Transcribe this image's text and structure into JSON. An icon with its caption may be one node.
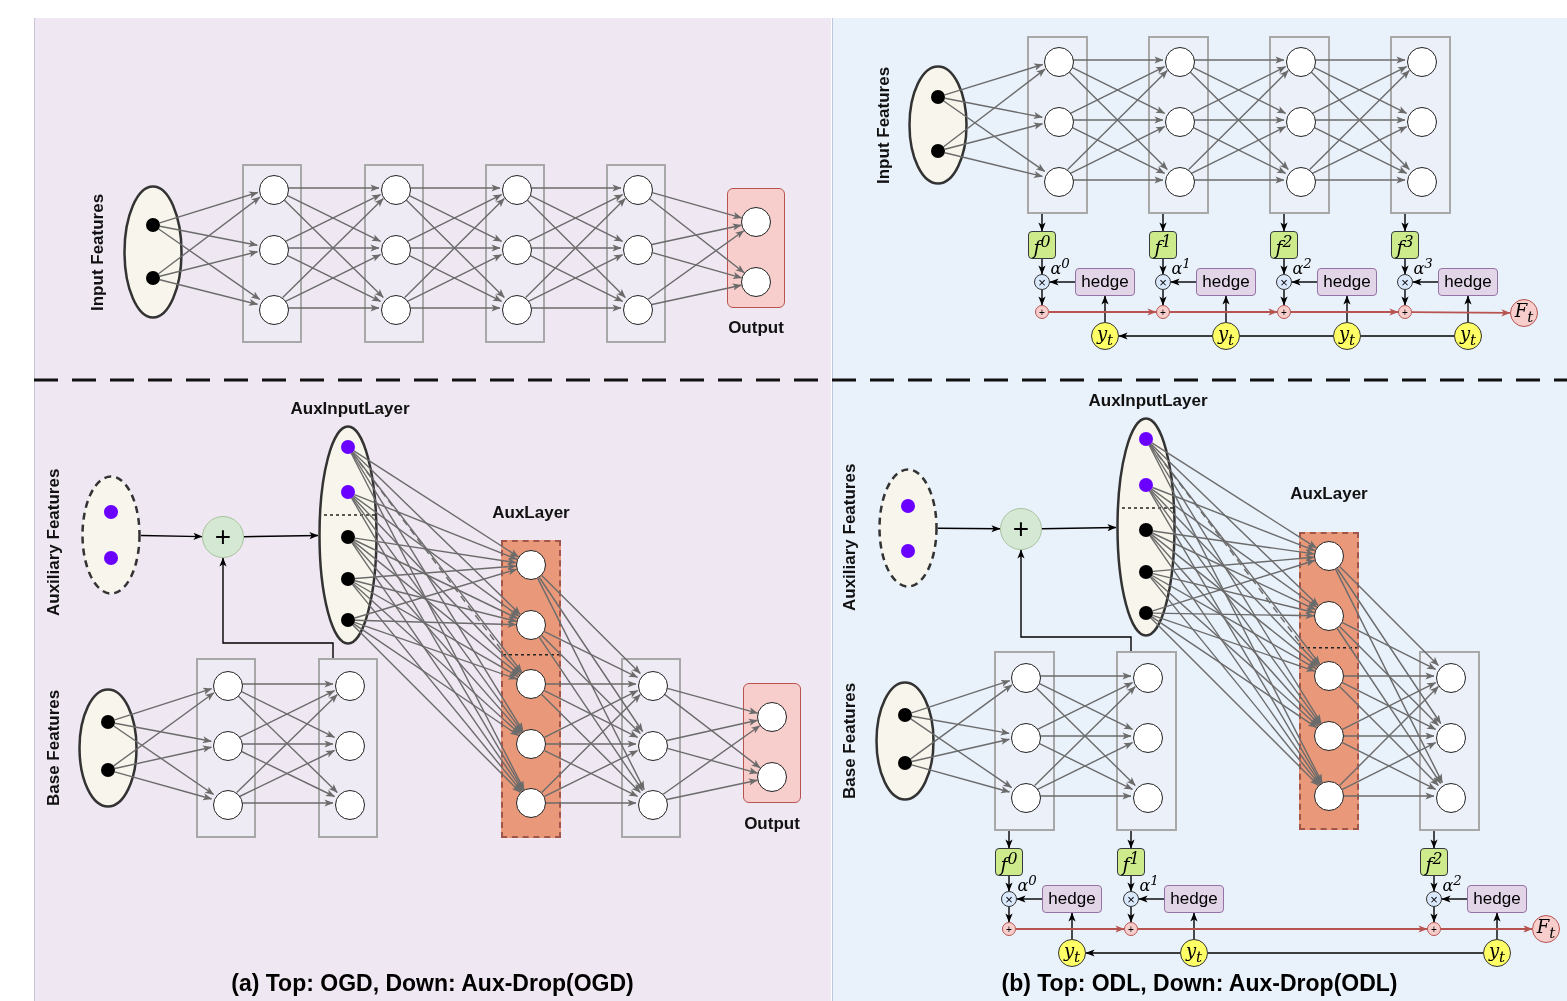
{
  "diagram": {
    "nodes": [
      {
        "text": [
          "Input Features"
        ]
      },
      {
        "text": [],
        "shape": "circle",
        "in": 0
      },
      {
        "text": [],
        "shape": "circle",
        "in": 0
      },
      {
        "text": [],
        "shape": "box"
      },
      {
        "text": [],
        "shape": "circle",
        "in": 3
      },
      {
        "text": [],
        "shape": "circle",
        "in": 3
      },
      {
        "text": [],
        "shape": "circle",
        "in": 3
      },
      {
        "text": [],
        "shape": "box"
      },
      {
        "text": [],
        "shape": "circle",
        "in": 7
      },
      {
        "text": [],
        "shape": "circle",
        "in": 7
      },
      {
        "text": [],
        "shape": "circle",
        "in": 7
      },
      {
        "text": [],
        "shape": "box"
      },
      {
        "text": [],
        "shape": "circle",
        "in": 11
      },
      {
        "text": [],
        "shape": "circle",
        "in": 11
      },
      {
        "text": [],
        "shape": "circle",
        "in": 11
      },
      {
        "text": [],
        "shape": "box"
      },
      {
        "text": [],
        "shape": "circle",
        "in": 15
      },
      {
        "text": [],
        "shape": "circle",
        "in": 15
      },
      {
        "text": [],
        "shape": "circle",
        "in": 15
      },
      {
        "text": [
          "Output"
        ]
      },
      {
        "text": [],
        "shape": "circle",
        "in": 19
      },
      {
        "text": [],
        "shape": "circle",
        "in": 19
      },
      {
        "text": [
          "Input Features"
        ]
      },
      {
        "text": [],
        "shape": "circle",
        "in": 22
      },
      {
        "text": [],
        "shape": "circle",
        "in": 22
      },
      {
        "text": [],
        "shape": "box"
      },
      {
        "text": [],
        "shape": "circle",
        "in": 25
      },
      {
        "text": [],
        "shape": "circle",
        "in": 25
      },
      {
        "text": [],
        "shape": "circle",
        "in": 25
      },
      {
        "text": [],
        "shape": "box"
      },
      {
        "text": [],
        "shape": "circle",
        "in": 29
      },
      {
        "text": [],
        "shape": "circle",
        "in": 29
      },
      {
        "text": [],
        "shape": "circle",
        "in": 29
      },
      {
        "text": [],
        "shape": "box"
      },
      {
        "text": [],
        "shape": "circle",
        "in": 33
      },
      {
        "text": [],
        "shape": "circle",
        "in": 33
      },
      {
        "text": [],
        "shape": "circle",
        "in": 33
      },
      {
        "text": [],
        "shape": "box"
      },
      {
        "text": [],
        "shape": "circle",
        "in": 37
      },
      {
        "text": [],
        "shape": "circle",
        "in": 37
      },
      {
        "text": [],
        "shape": "circle",
        "in": 37
      },
      {
        "text": [
          "f$^{0}$"
        ]
      },
      {
        "text": [
          "×"
        ]
      },
      {
        "text": [
          "hedge"
        ]
      },
      {
        "text": [
          "+"
        ]
      },
      {
        "text": [
          "y$_{t}$"
        ]
      },
      {
        "text": [
          "f$^{1}$"
        ]
      },
      {
        "text": [
          "×"
        ]
      },
      {
        "text": [
          "hedge"
        ]
      },
      {
        "text": [
          "+"
        ]
      },
      {
        "text": [
          "y$_{t}$"
        ]
      },
      {
        "text": [
          "f$^{2}$"
        ]
      },
      {
        "text": [
          "×"
        ]
      },
      {
        "text": [
          "hedge"
        ]
      },
      {
        "text": [
          "+"
        ]
      },
      {
        "text": [
          "y$_{t}$"
        ]
      },
      {
        "text": [
          "f$^{3}$"
        ]
      },
      {
        "text": [
          "×"
        ]
      },
      {
        "text": [
          "hedge"
        ]
      },
      {
        "text": [
          "+"
        ]
      },
      {
        "text": [
          "y$_{t}$"
        ]
      },
      {
        "text": [
          "F$_{t}$"
        ]
      },
      {
        "text": [
          "Auxiliary Features"
        ]
      },
      {
        "text": [],
        "shape": "circle",
        "in": 62
      },
      {
        "text": [],
        "shape": "circle",
        "in": 62
      },
      {
        "text": [
          "+"
        ]
      },
      {
        "text": [
          "AuxInputLayer"
        ]
      },
      {
        "text": [],
        "shape": "circle",
        "in": 66
      },
      {
        "text": [],
        "shape": "circle",
        "in": 66
      },
      {
        "text": [],
        "shape": "circle",
        "in": 66
      },
      {
        "text": [],
        "shape": "circle",
        "in": 66
      },
      {
        "text": [],
        "shape": "circle",
        "in": 66
      },
      {
        "text": [
          "Base Features"
        ]
      },
      {
        "text": [],
        "shape": "circle",
        "in": 72
      },
      {
        "text": [],
        "shape": "circle",
        "in": 72
      },
      {
        "text": [],
        "shape": "box"
      },
      {
        "text": [],
        "shape": "circle",
        "in": 75
      },
      {
        "text": [],
        "shape": "circle",
        "in": 75
      },
      {
        "text": [],
        "shape": "circle",
        "in": 75
      },
      {
        "text": [],
        "shape": "box"
      },
      {
        "text": [],
        "shape": "circle",
        "in": 79
      },
      {
        "text": [],
        "shape": "circle",
        "in": 79
      },
      {
        "text": [],
        "shape": "circle",
        "in": 79
      },
      {
        "text": [
          "AuxLayer"
        ]
      },
      {
        "text": [],
        "shape": "circle",
        "in": 83
      },
      {
        "text": [],
        "shape": "circle",
        "in": 83
      },
      {
        "text": [],
        "shape": "circle",
        "in": 83
      },
      {
        "text": [],
        "shape": "circle",
        "in": 83
      },
      {
        "text": [],
        "shape": "circle",
        "in": 83
      },
      {
        "text": [],
        "shape": "box"
      },
      {
        "text": [],
        "shape": "circle",
        "in": 89
      },
      {
        "text": [],
        "shape": "circle",
        "in": 89
      },
      {
        "text": [],
        "shape": "circle",
        "in": 89
      },
      {
        "text": [
          "Output"
        ]
      },
      {
        "text": [],
        "shape": "circle",
        "in": 93
      },
      {
        "text": [],
        "shape": "circle",
        "in": 93
      },
      {
        "text": [
          "Auxiliary Features"
        ]
      },
      {
        "text": [],
        "shape": "circle",
        "in": 96
      },
      {
        "text": [],
        "shape": "circle",
        "in": 96
      },
      {
        "text": [
          "+"
        ]
      },
      {
        "text": [
          "AuxInputLayer"
        ]
      },
      {
        "text": [],
        "shape": "circle",
        "in": 100
      },
      {
        "text": [],
        "shape": "circle",
        "in": 100
      },
      {
        "text": [],
        "shape": "circle",
        "in": 100
      },
      {
        "text": [],
        "shape": "circle",
        "in": 100
      },
      {
        "text": [],
        "shape": "circle",
        "in": 100
      },
      {
        "text": [
          "Base Features"
        ]
      },
      {
        "text": [],
        "shape": "circle",
        "in": 106
      },
      {
        "text": [],
        "shape": "circle",
        "in": 106
      },
      {
        "text": [],
        "shape": "box"
      },
      {
        "text": [],
        "shape": "circle",
        "in": 109
      },
      {
        "text": [],
        "shape": "circle",
        "in": 109
      },
      {
        "text": [],
        "shape": "circle",
        "in": 109
      },
      {
        "text": [],
        "shape": "box"
      },
      {
        "text": [],
        "shape": "circle",
        "in": 113
      },
      {
        "text": [],
        "shape": "circle",
        "in": 113
      },
      {
        "text": [],
        "shape": "circle",
        "in": 113
      },
      {
        "text": [
          "AuxLayer"
        ]
      },
      {
        "text": [],
        "shape": "circle",
        "in": 117
      },
      {
        "text": [],
        "shape": "circle",
        "in": 117
      },
      {
        "text": [],
        "shape": "circle",
        "in": 117
      },
      {
        "text": [],
        "shape": "circle",
        "in": 117
      },
      {
        "text": [],
        "shape": "circle",
        "in": 117
      },
      {
        "text": [],
        "shape": "box"
      },
      {
        "text": [],
        "shape": "circle",
        "in": 123
      },
      {
        "text": [],
        "shape": "circle",
        "in": 123
      },
      {
        "text": [],
        "shape": "circle",
        "in": 123
      },
      {
        "text": [
          "f$^{0}$"
        ]
      },
      {
        "text": [
          "×"
        ]
      },
      {
        "text": [
          "hedge"
        ]
      },
      {
        "text": [
          "+"
        ]
      },
      {
        "text": [
          "y$_{t}$"
        ]
      },
      {
        "text": [
          "f$^{1}$"
        ]
      },
      {
        "text": [
          "×"
        ]
      },
      {
        "text": [
          "hedge"
        ]
      },
      {
        "text": [
          "+"
        ]
      },
      {
        "text": [
          "y$_{t}$"
        ]
      },
      {
        "text": [
          "f$^{2}$"
        ]
      },
      {
        "text": [
          "×"
        ]
      },
      {
        "text": [
          "hedge"
        ]
      },
      {
        "text": [
          "+"
        ]
      },
      {
        "text": [
          "y$_{t}$"
        ]
      },
      {
        "text": [
          "F$_{t}$"
        ]
      }
    ],
    "edges": [
      {
        "from": 1,
        "to": 4,
        "arrow": "to"
      },
      {
        "from": 1,
        "to": 5,
        "arrow": "to"
      },
      {
        "from": 1,
        "to": 6,
        "arrow": "to"
      },
      {
        "from": 2,
        "to": 4,
        "arrow": "to"
      },
      {
        "from": 2,
        "to": 5,
        "arrow": "to"
      },
      {
        "from": 2,
        "to": 6,
        "arrow": "to"
      },
      {
        "from": 4,
        "to": 8,
        "arrow": "to"
      },
      {
        "from": 4,
        "to": 9,
        "arrow": "to"
      },
      {
        "from": 4,
        "to": 10,
        "arrow": "to"
      },
      {
        "from": 5,
        "to": 8,
        "arrow": "to"
      },
      {
        "from": 5,
        "to": 9,
        "arrow": "to"
      },
      {
        "from": 5,
        "to": 10,
        "arrow": "to"
      },
      {
        "from": 6,
        "to": 8,
        "arrow": "to"
      },
      {
        "from": 6,
        "to": 9,
        "arrow": "to"
      },
      {
        "from": 6,
        "to": 10,
        "arrow": "to"
      },
      {
        "from": 8,
        "to": 12,
        "arrow": "to"
      },
      {
        "from": 8,
        "to": 13,
        "arrow": "to"
      },
      {
        "from": 8,
        "to": 14,
        "arrow": "to"
      },
      {
        "from": 9,
        "to": 12,
        "arrow": "to"
      },
      {
        "from": 9,
        "to": 13,
        "arrow": "to"
      },
      {
        "from": 9,
        "to": 14,
        "arrow": "to"
      },
      {
        "from": 10,
        "to": 12,
        "arrow": "to"
      },
      {
        "from": 10,
        "to": 13,
        "arrow": "to"
      },
      {
        "from": 10,
        "to": 14,
        "arrow": "to"
      },
      {
        "from": 12,
        "to": 16,
        "arrow": "to"
      },
      {
        "from": 12,
        "to": 17,
        "arrow": "to"
      },
      {
        "from": 12,
        "to": 18,
        "arrow": "to"
      },
      {
        "from": 13,
        "to": 16,
        "arrow": "to"
      },
      {
        "from": 13,
        "to": 17,
        "arrow": "to"
      },
      {
        "from": 13,
        "to": 18,
        "arrow": "to"
      },
      {
        "from": 14,
        "to": 16,
        "arrow": "to"
      },
      {
        "from": 14,
        "to": 17,
        "arrow": "to"
      },
      {
        "from": 14,
        "to": 18,
        "arrow": "to"
      },
      {
        "from": 16,
        "to": 20,
        "arrow": "to"
      },
      {
        "from": 16,
        "to": 21,
        "arrow": "to"
      },
      {
        "from": 17,
        "to": 20,
        "arrow": "to"
      },
      {
        "from": 17,
        "to": 21,
        "arrow": "to"
      },
      {
        "from": 18,
        "to": 20,
        "arrow": "to"
      },
      {
        "from": 18,
        "to": 21,
        "arrow": "to"
      },
      {
        "from": 23,
        "to": 26,
        "arrow": "to"
      },
      {
        "from": 23,
        "to": 27,
        "arrow": "to"
      },
      {
        "from": 23,
        "to": 28,
        "arrow": "to"
      },
      {
        "from": 24,
        "to": 26,
        "arrow": "to"
      },
      {
        "from": 24,
        "to": 27,
        "arrow": "to"
      },
      {
        "from": 24,
        "to": 28,
        "arrow": "to"
      },
      {
        "from": 26,
        "to": 30,
        "arrow": "to"
      },
      {
        "from": 26,
        "to": 31,
        "arrow": "to"
      },
      {
        "from": 26,
        "to": 32,
        "arrow": "to"
      },
      {
        "from": 27,
        "to": 30,
        "arrow": "to"
      },
      {
        "from": 27,
        "to": 31,
        "arrow": "to"
      },
      {
        "from": 27,
        "to": 32,
        "arrow": "to"
      },
      {
        "from": 28,
        "to": 30,
        "arrow": "to"
      },
      {
        "from": 28,
        "to": 31,
        "arrow": "to"
      },
      {
        "from": 28,
        "to": 32,
        "arrow": "to"
      },
      {
        "from": 30,
        "to": 34,
        "arrow": "to"
      },
      {
        "from": 30,
        "to": 35,
        "arrow": "to"
      },
      {
        "from": 30,
        "to": 36,
        "arrow": "to"
      },
      {
        "from": 31,
        "to": 34,
        "arrow": "to"
      },
      {
        "from": 31,
        "to": 35,
        "arrow": "to"
      },
      {
        "from": 31,
        "to": 36,
        "arrow": "to"
      },
      {
        "from": 32,
        "to": 34,
        "arrow": "to"
      },
      {
        "from": 32,
        "to": 35,
        "arrow": "to"
      },
      {
        "from": 32,
        "to": 36,
        "arrow": "to"
      },
      {
        "from": 34,
        "to": 38,
        "arrow": "to"
      },
      {
        "from": 34,
        "to": 39,
        "arrow": "to"
      },
      {
        "from": 34,
        "to": 40,
        "arrow": "to"
      },
      {
        "from": 35,
        "to": 38,
        "arrow": "to"
      },
      {
        "from": 35,
        "to": 39,
        "arrow": "to"
      },
      {
        "from": 35,
        "to": 40,
        "arrow": "to"
      },
      {
        "from": 36,
        "to": 38,
        "arrow": "to"
      },
      {
        "from": 36,
        "to": 39,
        "arrow": "to"
      },
      {
        "from": 36,
        "to": 40,
        "arrow": "to"
      },
      {
        "from": 25,
        "to": 41,
        "arrow": "to",
        "color": "#000000"
      },
      {
        "from": 41,
        "to": 42,
        "arrow": "to",
        "color": "#000000"
      },
      {
        "from": 43,
        "to": 42,
        "arrow": "to",
        "label": "α$^{0}$",
        "color": "#000000"
      },
      {
        "from": 42,
        "to": 44,
        "arrow": "to",
        "color": "#000000"
      },
      {
        "from": 45,
        "to": 43,
        "arrow": "to",
        "color": "#000000"
      },
      {
        "from": 29,
        "to": 46,
        "arrow": "to",
        "color": "#000000"
      },
      {
        "from": 46,
        "to": 47,
        "arrow": "to",
        "color": "#000000"
      },
      {
        "from": 48,
        "to": 47,
        "arrow": "to",
        "label": "α$^{1}$",
        "color": "#000000"
      },
      {
        "from": 47,
        "to": 49,
        "arrow": "to",
        "color": "#000000"
      },
      {
        "from": 50,
        "to": 48,
        "arrow": "to",
        "color": "#000000"
      },
      {
        "from": 33,
        "to": 51,
        "arrow": "to",
        "color": "#000000"
      },
      {
        "from": 51,
        "to": 52,
        "arrow": "to",
        "color": "#000000"
      },
      {
        "from": 53,
        "to": 52,
        "arrow": "to",
        "label": "α$^{2}$",
        "color": "#000000"
      },
      {
        "from": 52,
        "to": 54,
        "arrow": "to",
        "color": "#000000"
      },
      {
        "from": 55,
        "to": 53,
        "arrow": "to",
        "color": "#000000"
      },
      {
        "from": 37,
        "to": 56,
        "arrow": "to",
        "color": "#000000"
      },
      {
        "from": 56,
        "to": 57,
        "arrow": "to",
        "color": "#000000"
      },
      {
        "from": 58,
        "to": 57,
        "arrow": "to",
        "label": "α$^{3}$",
        "color": "#000000"
      },
      {
        "from": 57,
        "to": 59,
        "arrow": "to",
        "color": "#000000"
      },
      {
        "from": 60,
        "to": 58,
        "arrow": "to",
        "color": "#000000"
      },
      {
        "from": 44,
        "to": 49,
        "arrow": "to",
        "color": "#b85450"
      },
      {
        "from": 49,
        "to": 54,
        "arrow": "to",
        "color": "#b85450"
      },
      {
        "from": 54,
        "to": 59,
        "arrow": "to",
        "color": "#b85450"
      },
      {
        "from": 59,
        "to": 61,
        "arrow": "to",
        "color": "#b85450"
      },
      {
        "from": 60,
        "to": 55,
        "arrow": "none",
        "color": "#000000"
      },
      {
        "from": 55,
        "to": 50,
        "arrow": "none",
        "color": "#000000"
      },
      {
        "from": 50,
        "to": 45,
        "arrow": "to",
        "color": "#000000"
      },
      {
        "from": 62,
        "to": 65,
        "arrow": "to",
        "color": "#000000"
      },
      {
        "from": 65,
        "to": 66,
        "arrow": "to",
        "color": "#000000"
      },
      {
        "from": 79,
        "to": 65,
        "arrow": "to",
        "color": "#000000"
      },
      {
        "from": 73,
        "to": 76,
        "arrow": "to"
      },
      {
        "from": 73,
        "to": 77,
        "arrow": "to"
      },
      {
        "from": 73,
        "to": 78,
        "arrow": "to"
      },
      {
        "from": 74,
        "to": 76,
        "arrow": "to"
      },
      {
        "from": 74,
        "to": 77,
        "arrow": "to"
      },
      {
        "from": 74,
        "to": 78,
        "arrow": "to"
      },
      {
        "from": 76,
        "to": 80,
        "arrow": "to"
      },
      {
        "from": 76,
        "to": 81,
        "arrow": "to"
      },
      {
        "from": 76,
        "to": 82,
        "arrow": "to"
      },
      {
        "from": 77,
        "to": 80,
        "arrow": "to"
      },
      {
        "from": 77,
        "to": 81,
        "arrow": "to"
      },
      {
        "from": 77,
        "to": 82,
        "arrow": "to"
      },
      {
        "from": 78,
        "to": 80,
        "arrow": "to"
      },
      {
        "from": 78,
        "to": 81,
        "arrow": "to"
      },
      {
        "from": 78,
        "to": 82,
        "arrow": "to"
      },
      {
        "from": 67,
        "to": 84,
        "arrow": "to"
      },
      {
        "from": 67,
        "to": 85,
        "arrow": "to"
      },
      {
        "from": 67,
        "to": 86,
        "arrow": "to"
      },
      {
        "from": 67,
        "to": 87,
        "arrow": "to"
      },
      {
        "from": 67,
        "to": 88,
        "arrow": "to"
      },
      {
        "from": 68,
        "to": 84,
        "arrow": "to"
      },
      {
        "from": 68,
        "to": 85,
        "arrow": "to"
      },
      {
        "from": 68,
        "to": 86,
        "arrow": "to"
      },
      {
        "from": 68,
        "to": 87,
        "arrow": "to"
      },
      {
        "from": 68,
        "to": 88,
        "arrow": "to"
      },
      {
        "from": 69,
        "to": 84,
        "arrow": "to"
      },
      {
        "from": 69,
        "to": 85,
        "arrow": "to"
      },
      {
        "from": 69,
        "to": 86,
        "arrow": "to"
      },
      {
        "from": 69,
        "to": 87,
        "arrow": "to"
      },
      {
        "from": 69,
        "to": 88,
        "arrow": "to"
      },
      {
        "from": 70,
        "to": 84,
        "arrow": "to"
      },
      {
        "from": 70,
        "to": 85,
        "arrow": "to"
      },
      {
        "from": 70,
        "to": 86,
        "arrow": "to"
      },
      {
        "from": 70,
        "to": 87,
        "arrow": "to"
      },
      {
        "from": 70,
        "to": 88,
        "arrow": "to"
      },
      {
        "from": 71,
        "to": 84,
        "arrow": "to"
      },
      {
        "from": 71,
        "to": 85,
        "arrow": "to"
      },
      {
        "from": 71,
        "to": 86,
        "arrow": "to"
      },
      {
        "from": 71,
        "to": 87,
        "arrow": "to"
      },
      {
        "from": 71,
        "to": 88,
        "arrow": "to"
      },
      {
        "from": 67,
        "to": 83,
        "arrow": "none",
        "style": "dashed"
      },
      {
        "from": 84,
        "to": 90,
        "arrow": "to"
      },
      {
        "from": 84,
        "to": 91,
        "arrow": "to"
      },
      {
        "from": 84,
        "to": 92,
        "arrow": "to"
      },
      {
        "from": 85,
        "to": 90,
        "arrow": "to"
      },
      {
        "from": 85,
        "to": 91,
        "arrow": "to"
      },
      {
        "from": 85,
        "to": 92,
        "arrow": "to"
      },
      {
        "from": 86,
        "to": 90,
        "arrow": "to"
      },
      {
        "from": 86,
        "to": 91,
        "arrow": "to"
      },
      {
        "from": 86,
        "to": 92,
        "arrow": "to"
      },
      {
        "from": 87,
        "to": 90,
        "arrow": "to"
      },
      {
        "from": 87,
        "to": 91,
        "arrow": "to"
      },
      {
        "from": 87,
        "to": 92,
        "arrow": "to"
      },
      {
        "from": 88,
        "to": 90,
        "arrow": "to"
      },
      {
        "from": 88,
        "to": 91,
        "arrow": "to"
      },
      {
        "from": 88,
        "to": 92,
        "arrow": "to"
      },
      {
        "from": 90,
        "to": 94,
        "arrow": "to"
      },
      {
        "from": 90,
        "to": 95,
        "arrow": "to"
      },
      {
        "from": 91,
        "to": 94,
        "arrow": "to"
      },
      {
        "from": 91,
        "to": 95,
        "arrow": "to"
      },
      {
        "from": 92,
        "to": 94,
        "arrow": "to"
      },
      {
        "from": 92,
        "to": 95,
        "arrow": "to"
      },
      {
        "from": 96,
        "to": 99,
        "arrow": "to",
        "color": "#000000"
      },
      {
        "from": 99,
        "to": 100,
        "arrow": "to",
        "color": "#000000"
      },
      {
        "from": 113,
        "to": 99,
        "arrow": "to",
        "color": "#000000"
      },
      {
        "from": 107,
        "to": 110,
        "arrow": "to"
      },
      {
        "from": 107,
        "to": 111,
        "arrow": "to"
      },
      {
        "from": 107,
        "to": 112,
        "arrow": "to"
      },
      {
        "from": 108,
        "to": 110,
        "arrow": "to"
      },
      {
        "from": 108,
        "to": 111,
        "arrow": "to"
      },
      {
        "from": 108,
        "to": 112,
        "arrow": "to"
      },
      {
        "from": 110,
        "to": 114,
        "arrow": "to"
      },
      {
        "from": 110,
        "to": 115,
        "arrow": "to"
      },
      {
        "from": 110,
        "to": 116,
        "arrow": "to"
      },
      {
        "from": 111,
        "to": 114,
        "arrow": "to"
      },
      {
        "from": 111,
        "to": 115,
        "arrow": "to"
      },
      {
        "from": 111,
        "to": 116,
        "arrow": "to"
      },
      {
        "from": 112,
        "to": 114,
        "arrow": "to"
      },
      {
        "from": 112,
        "to": 115,
        "arrow": "to"
      },
      {
        "from": 112,
        "to": 116,
        "arrow": "to"
      },
      {
        "from": 101,
        "to": 118,
        "arrow": "to"
      },
      {
        "from": 101,
        "to": 119,
        "arrow": "to"
      },
      {
        "from": 101,
        "to": 120,
        "arrow": "to"
      },
      {
        "from": 101,
        "to": 121,
        "arrow": "to"
      },
      {
        "from": 101,
        "to": 122,
        "arrow": "to"
      },
      {
        "from": 102,
        "to": 118,
        "arrow": "to"
      },
      {
        "from": 102,
        "to": 119,
        "arrow": "to"
      },
      {
        "from": 102,
        "to": 120,
        "arrow": "to"
      },
      {
        "from": 102,
        "to": 121,
        "arrow": "to"
      },
      {
        "from": 102,
        "to": 122,
        "arrow": "to"
      },
      {
        "from": 103,
        "to": 118,
        "arrow": "to"
      },
      {
        "from": 103,
        "to": 119,
        "arrow": "to"
      },
      {
        "from": 103,
        "to": 120,
        "arrow": "to"
      },
      {
        "from": 103,
        "to": 121,
        "arrow": "to"
      },
      {
        "from": 103,
        "to": 122,
        "arrow": "to"
      },
      {
        "from": 104,
        "to": 118,
        "arrow": "to"
      },
      {
        "from": 104,
        "to": 119,
        "arrow": "to"
      },
      {
        "from": 104,
        "to": 120,
        "arrow": "to"
      },
      {
        "from": 104,
        "to": 121,
        "arrow": "to"
      },
      {
        "from": 104,
        "to": 122,
        "arrow": "to"
      },
      {
        "from": 105,
        "to": 118,
        "arrow": "to"
      },
      {
        "from": 105,
        "to": 119,
        "arrow": "to"
      },
      {
        "from": 105,
        "to": 120,
        "arrow": "to"
      },
      {
        "from": 105,
        "to": 121,
        "arrow": "to"
      },
      {
        "from": 105,
        "to": 122,
        "arrow": "to"
      },
      {
        "from": 101,
        "to": 117,
        "arrow": "none",
        "style": "dashed"
      },
      {
        "from": 118,
        "to": 124,
        "arrow": "to"
      },
      {
        "from": 118,
        "to": 125,
        "arrow": "to"
      },
      {
        "from": 118,
        "to": 126,
        "arrow": "to"
      },
      {
        "from": 119,
        "to": 124,
        "arrow": "to"
      },
      {
        "from": 119,
        "to": 125,
        "arrow": "to"
      },
      {
        "from": 119,
        "to": 126,
        "arrow": "to"
      },
      {
        "from": 120,
        "to": 124,
        "arrow": "to"
      },
      {
        "from": 120,
        "to": 125,
        "arrow": "to"
      },
      {
        "from": 120,
        "to": 126,
        "arrow": "to"
      },
      {
        "from": 121,
        "to": 124,
        "arrow": "to"
      },
      {
        "from": 121,
        "to": 125,
        "arrow": "to"
      },
      {
        "from": 121,
        "to": 126,
        "arrow": "to"
      },
      {
        "from": 122,
        "to": 124,
        "arrow": "to"
      },
      {
        "from": 122,
        "to": 125,
        "arrow": "to"
      },
      {
        "from": 122,
        "to": 126,
        "arrow": "to"
      },
      {
        "from": 109,
        "to": 127,
        "arrow": "to",
        "color": "#000000"
      },
      {
        "from": 127,
        "to": 128,
        "arrow": "to",
        "color": "#000000"
      },
      {
        "from": 129,
        "to": 128,
        "arrow": "to",
        "label": "α$^{0}$",
        "color": "#000000"
      },
      {
        "from": 128,
        "to": 130,
        "arrow": "to",
        "color": "#000000"
      },
      {
        "from": 131,
        "to": 129,
        "arrow": "to",
        "color": "#000000"
      },
      {
        "from": 113,
        "to": 132,
        "arrow": "to",
        "color": "#000000"
      },
      {
        "from": 132,
        "to": 133,
        "arrow": "to",
        "color": "#000000"
      },
      {
        "from": 134,
        "to": 133,
        "arrow": "to",
        "label": "α$^{1}$",
        "color": "#000000"
      },
      {
        "from": 133,
        "to": 135,
        "arrow": "to",
        "color": "#000000"
      },
      {
        "from": 136,
        "to": 134,
        "arrow": "to",
        "color": "#000000"
      },
      {
        "from": 123,
        "to": 137,
        "arrow": "to",
        "color": "#000000"
      },
      {
        "from": 137,
        "to": 138,
        "arrow": "to",
        "color": "#000000"
      },
      {
        "from": 139,
        "to": 138,
        "arrow": "to",
        "label": "α$^{2}$",
        "color": "#000000"
      },
      {
        "from": 138,
        "to": 140,
        "arrow": "to",
        "color": "#000000"
      },
      {
        "from": 141,
        "to": 139,
        "arrow": "to",
        "color": "#000000"
      },
      {
        "from": 130,
        "to": 135,
        "arrow": "to",
        "color": "#b85450"
      },
      {
        "from": 135,
        "to": 140,
        "arrow": "to",
        "color": "#b85450"
      },
      {
        "from": 140,
        "to": 142,
        "arrow": "to",
        "color": "#b85450"
      },
      {
        "from": 141,
        "to": 136,
        "arrow": "none",
        "color": "#000000"
      },
      {
        "from": 136,
        "to": 131,
        "arrow": "to",
        "color": "#000000"
      }
    ],
    "labels": [
      "(a) Top: OGD, Down: Aux-Drop(OGD)",
      "(b) Top: ODL, Down: Aux-Drop(ODL)"
    ]
  }
}
